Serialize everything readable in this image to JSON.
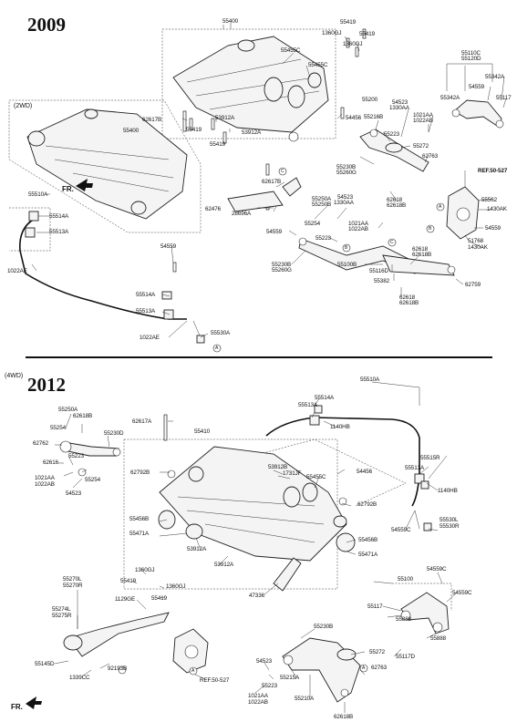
{
  "years": {
    "top": "2009",
    "bottom": "2012"
  },
  "drive_labels": {
    "top": "(2WD)",
    "bottom": "(4WD)"
  },
  "front_label": "FR.",
  "ref_marks": [
    "A",
    "B",
    "C"
  ],
  "top_labels": {
    "l55400a": "55400",
    "l55419a": "55419",
    "l1360gja": "1360GJ",
    "l55419b": "55419",
    "l1360gjb": "1360GJ",
    "l55455c": "55455C",
    "l55455c2": "55455C",
    "l55110c": "55110C",
    "l55120d": "55120D",
    "l55342a": "55342A",
    "l55342a2": "55342A",
    "l54559a": "54559",
    "l55117a": "55117",
    "l62617ba": "62617B",
    "l55400b": "55400",
    "l53912aa": "53912A",
    "l55419c": "55419",
    "l53912ab": "53912A",
    "l55419d": "55419",
    "l54456": "54456",
    "l55200": "55200",
    "l55216b": "55216B",
    "l54523a": "54523",
    "l1330aaa": "1330AA",
    "l1021aaa": "1021AA",
    "l1022aba": "1022AB",
    "l55223a": "55223",
    "l55272": "55272",
    "l62763": "62763",
    "l55230ba": "55230B",
    "l55260ga": "55260G",
    "lref": "REF.50-527",
    "l62617bb": "62617B",
    "l55562": "55562",
    "l1430aka": "1430AK",
    "l55510a": "55510A",
    "l55514a": "55514A",
    "l55513a": "55513A",
    "l62476": "62476",
    "l28696a": "28696A",
    "l55250a": "55250A",
    "l55250b": "55250B",
    "l54523b": "54523",
    "l1330aab": "1330AA",
    "l62618ba": "62618",
    "l62618bb": "62618B",
    "l55254": "55254",
    "l1021aab": "1021AA",
    "l1022abb": "1022AB",
    "l54559b": "54559",
    "l55223b": "55223",
    "l54559c": "54559",
    "l51768": "51768",
    "l1430akb": "1430AK",
    "l54559d": "54559",
    "l62618c": "62618",
    "l62618bc": "62618B",
    "l1022ae": "1022AE",
    "l55230bb": "55230B",
    "l55260gb": "55260G",
    "l55100b": "55100B",
    "l55116d": "55116D",
    "l55382": "55382",
    "l62759": "62759",
    "l55514a2": "55514A",
    "l62618d": "62618",
    "l62618bd": "62618B",
    "l55513a2": "55513A",
    "l1022ae2": "1022AE",
    "l55530a": "55530A"
  },
  "bottom_labels": {
    "m55510a": "55510A",
    "m55514a": "55514A",
    "m55513a": "55513A",
    "m1140hba": "1140HB",
    "m55250a": "55250A",
    "m62618b": "62618B",
    "m55254": "55254",
    "m62617a": "62617A",
    "m55410": "55410",
    "m55230d": "55230D",
    "m62762": "62762",
    "m62616": "62616",
    "m55223": "55223",
    "m55254b": "55254",
    "m1021aa": "1021AA",
    "m1022ab": "1022AB",
    "m54523": "54523",
    "m62792ba": "62792B",
    "m53912b": "53912B",
    "m1731jf": "1731JF",
    "m55455c": "55455C",
    "m54456": "54456",
    "m55515r": "55515R",
    "m55513a2": "55513A",
    "m1140hbb": "1140HB",
    "m62792bb": "62792B",
    "m55456ba": "55456B",
    "m55471aa": "55471A",
    "m54559c": "54559C",
    "m55530l": "55530L",
    "m55530r": "55530R",
    "m55456bb": "55456B",
    "m55471ab": "55471A",
    "m53912aa": "53912A",
    "m53912ab": "53912A",
    "m1360gja": "1360GJ",
    "m55419a": "55419",
    "m1360gjb": "1360GJ",
    "m55419b": "55419",
    "m55100": "55100",
    "m54559ca": "54559C",
    "m54559cb": "54559C",
    "m55270l": "55270L",
    "m55270r": "55270R",
    "m1129ge": "1129GE",
    "m55274l": "55274L",
    "m55275r": "55275R",
    "m47336": "47336",
    "m55117": "55117",
    "m55888a": "55888",
    "m55888b": "55888",
    "m55117d": "55117D",
    "m55230b": "55230B",
    "m55145d": "55145D",
    "m92193b": "92193B",
    "m1339cc": "1339CC",
    "m54523b": "54523",
    "m55223b": "55223",
    "m55215a": "55215A",
    "m55272": "55272",
    "m62763": "62763",
    "mref": "REF.50-527",
    "m1021aab": "1021AA",
    "m1022abb": "1022AB",
    "m55210a": "55210A",
    "m62618bb": "62618B"
  }
}
